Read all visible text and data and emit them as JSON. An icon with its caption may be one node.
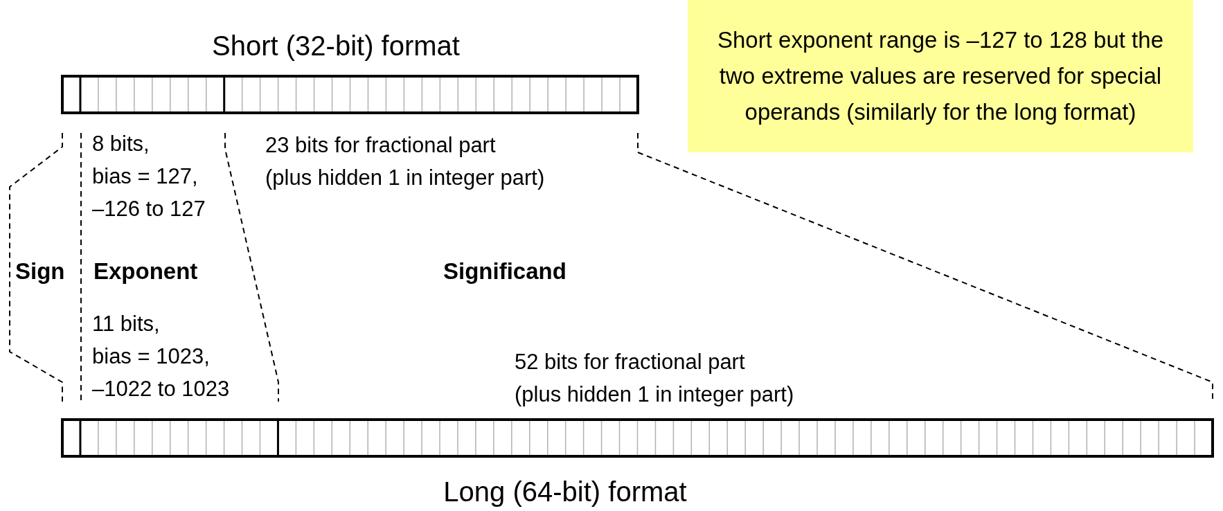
{
  "diagram": {
    "nodes": [
      {
        "text": [
          "Short exponent range is –127 to 128 but the two extreme values are reserved for special operands (similarly for the long format)"
        ]
      },
      {
        "text": [
          "Short (32-bit) format"
        ]
      },
      {
        "text": [
          "Long (64-bit) format"
        ]
      }
    ],
    "labels": [
      "8 bits,",
      "bias = 127,",
      "–126 to 127",
      "23 bits for fractional part",
      "(plus hidden 1 in integer part)",
      "Sign",
      "Exponent",
      "Significand",
      "11 bits,",
      "bias = 1023,",
      "–1022 to 1023",
      "52 bits for fractional part",
      "(plus hidden 1 in integer part)"
    ]
  }
}
